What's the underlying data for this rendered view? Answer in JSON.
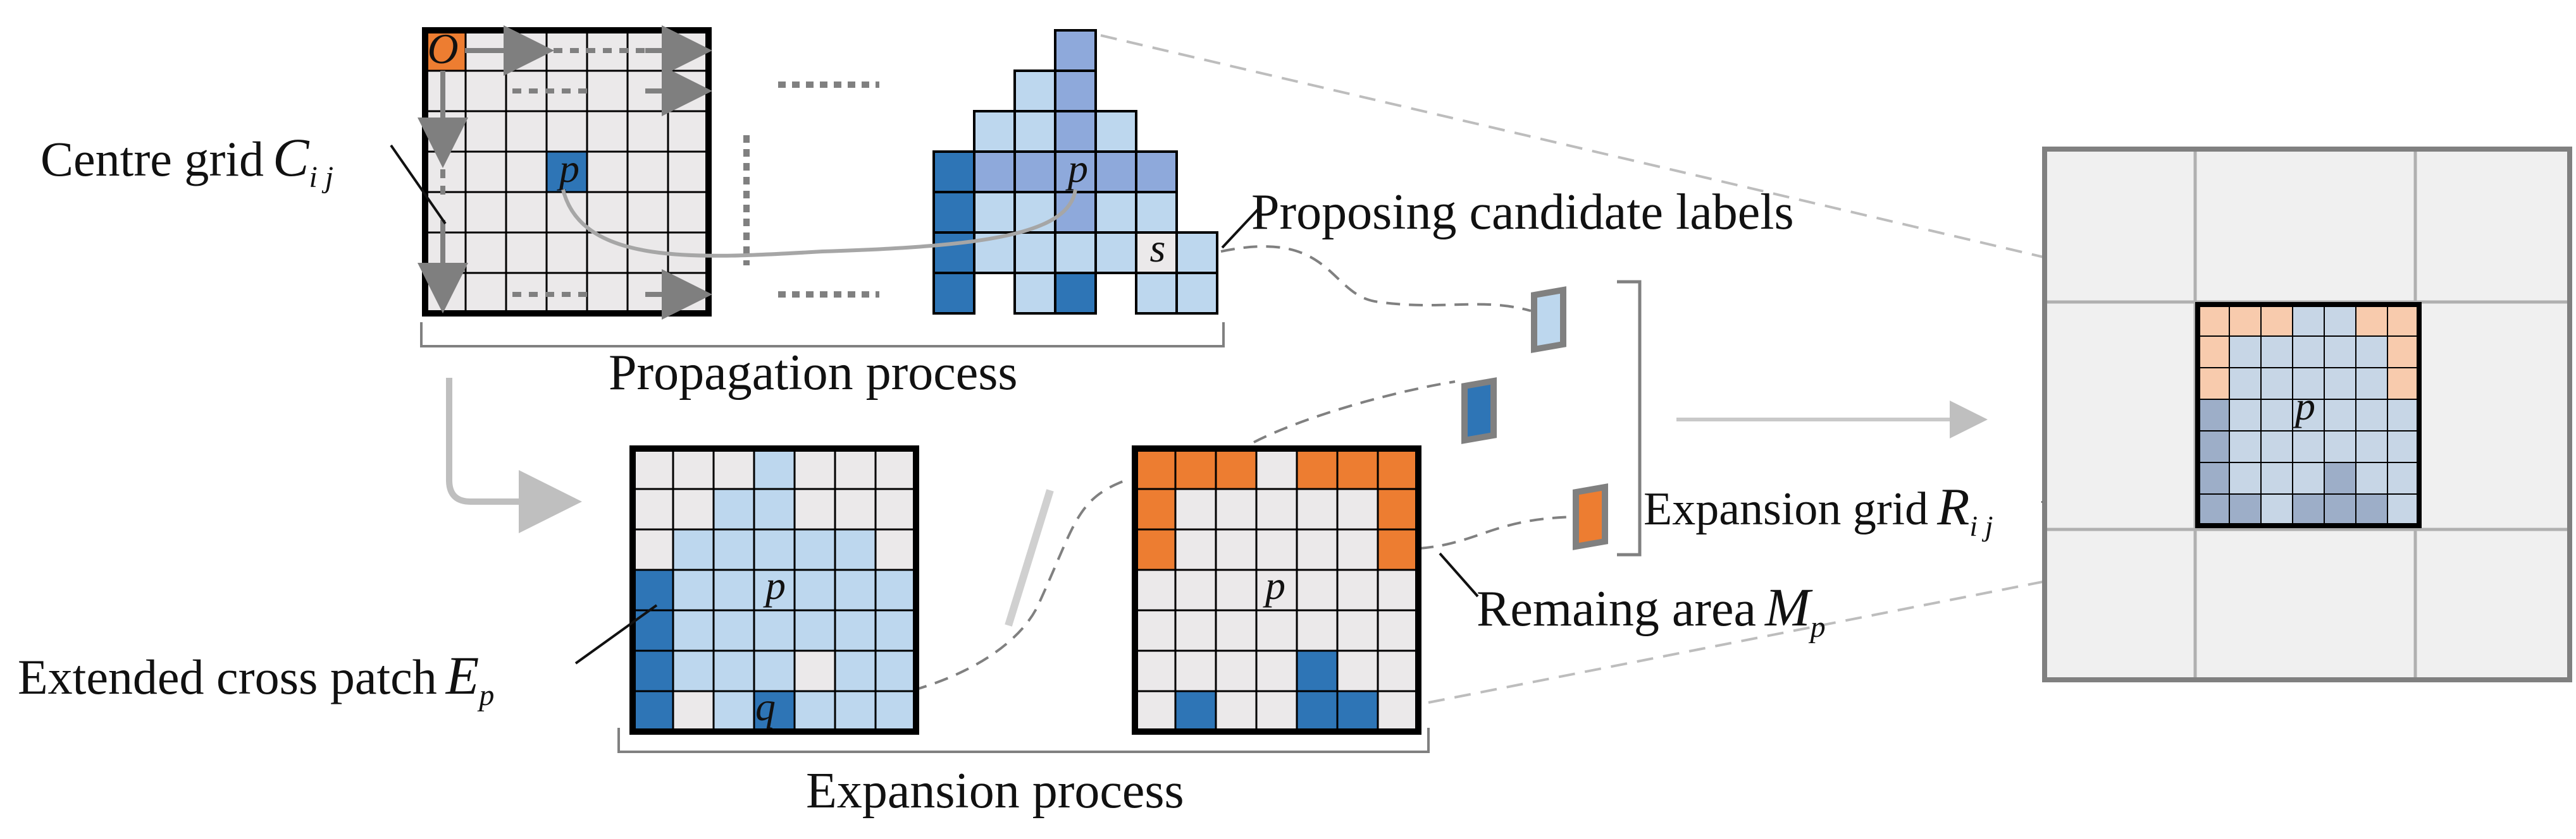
{
  "colors": {
    "grid_empty": "#ebe9ea",
    "grid_light_blue": "#bdd7ee",
    "grid_mid_blue": "#8ea9db",
    "grid_dark_blue": "#2e75b6",
    "grid_orange": "#ed7d31",
    "grid_peach": "#f8cbad",
    "grid_line": "#000000",
    "arrow_gray": "#808080",
    "dashed_gray": "#a6a6a6",
    "outer_grid_bg": "#f0f0f0",
    "outer_grid_line": "#b0b0b0",
    "mini_blue_slate": "#9daec8"
  },
  "labels": {
    "centre_grid": "Centre grid",
    "centre_grid_symbol": "C",
    "centre_grid_sub": "i j",
    "origin": "O",
    "point_p": "p",
    "point_s": "s",
    "point_q": "q",
    "proposing": "Proposing candidate labels",
    "propagation": "Propagation process",
    "extended_cross_patch": "Extended cross patch",
    "extended_symbol": "E",
    "extended_sub": "p",
    "expansion_process": "Expansion process",
    "remaining_area": "Remaing area",
    "remaining_symbol": "M",
    "remaining_sub": "p",
    "expansion_grid": "Expansion grid",
    "expansion_symbol": "R",
    "expansion_sub": "i j",
    "slash": "/"
  },
  "grids": {
    "centre": {
      "rows": 7,
      "cols": 7,
      "cells": [
        [
          "O",
          "e",
          "e",
          "e",
          "e",
          "e",
          "e"
        ],
        [
          "e",
          "e",
          "e",
          "e",
          "e",
          "e",
          "e"
        ],
        [
          "e",
          "e",
          "e",
          "e",
          "e",
          "e",
          "e"
        ],
        [
          "e",
          "e",
          "e",
          "B",
          "e",
          "e",
          "e"
        ],
        [
          "e",
          "e",
          "e",
          "e",
          "e",
          "e",
          "e"
        ],
        [
          "e",
          "e",
          "e",
          "e",
          "e",
          "e",
          "e"
        ],
        [
          "e",
          "e",
          "e",
          "e",
          "e",
          "e",
          "e"
        ]
      ]
    },
    "propagated_shape": {
      "rows": 7,
      "cols": 7,
      "cells": [
        [
          "-",
          "-",
          "-",
          "M",
          "-",
          "-",
          "-"
        ],
        [
          "-",
          "-",
          "L",
          "M",
          "-",
          "-",
          "-"
        ],
        [
          "-",
          "L",
          "L",
          "M",
          "L",
          "-",
          "-"
        ],
        [
          "B",
          "M",
          "M",
          "M",
          "M",
          "M",
          "-"
        ],
        [
          "B",
          "L",
          "L",
          "M",
          "L",
          "L",
          "-"
        ],
        [
          "B",
          "L",
          "L",
          "L",
          "L",
          "E",
          "L"
        ],
        [
          "B",
          "-",
          "L",
          "B",
          "-",
          "L",
          "L"
        ]
      ]
    },
    "extended_cross": {
      "rows": 7,
      "cols": 7,
      "cells": [
        [
          "e",
          "e",
          "e",
          "L",
          "e",
          "e",
          "e"
        ],
        [
          "e",
          "e",
          "L",
          "L",
          "e",
          "e",
          "e"
        ],
        [
          "e",
          "L",
          "L",
          "L",
          "L",
          "L",
          "e"
        ],
        [
          "B",
          "L",
          "L",
          "L",
          "L",
          "L",
          "L"
        ],
        [
          "B",
          "L",
          "L",
          "L",
          "L",
          "L",
          "L"
        ],
        [
          "B",
          "L",
          "L",
          "L",
          "e",
          "L",
          "L"
        ],
        [
          "B",
          "e",
          "L",
          "B",
          "L",
          "L",
          "L"
        ]
      ]
    },
    "remaining": {
      "rows": 7,
      "cols": 7,
      "cells": [
        [
          "O",
          "O",
          "O",
          "e",
          "O",
          "O",
          "O"
        ],
        [
          "O",
          "e",
          "e",
          "e",
          "e",
          "e",
          "O"
        ],
        [
          "O",
          "e",
          "e",
          "e",
          "e",
          "e",
          "O"
        ],
        [
          "e",
          "e",
          "e",
          "e",
          "e",
          "e",
          "e"
        ],
        [
          "e",
          "e",
          "e",
          "e",
          "e",
          "e",
          "e"
        ],
        [
          "e",
          "e",
          "e",
          "e",
          "B",
          "e",
          "e"
        ],
        [
          "e",
          "B",
          "e",
          "e",
          "B",
          "B",
          "e"
        ]
      ]
    },
    "expansion_inner": {
      "rows": 7,
      "cols": 7,
      "cells": [
        [
          "P",
          "P",
          "P",
          "S",
          "S",
          "P",
          "P"
        ],
        [
          "P",
          "S",
          "S",
          "S",
          "S",
          "S",
          "P"
        ],
        [
          "P",
          "S",
          "S",
          "S",
          "S",
          "S",
          "P"
        ],
        [
          "T",
          "S",
          "S",
          "S",
          "S",
          "S",
          "S"
        ],
        [
          "T",
          "S",
          "S",
          "S",
          "S",
          "S",
          "S"
        ],
        [
          "T",
          "S",
          "S",
          "S",
          "T",
          "S",
          "S"
        ],
        [
          "T",
          "T",
          "S",
          "T",
          "T",
          "T",
          "S"
        ]
      ]
    }
  }
}
